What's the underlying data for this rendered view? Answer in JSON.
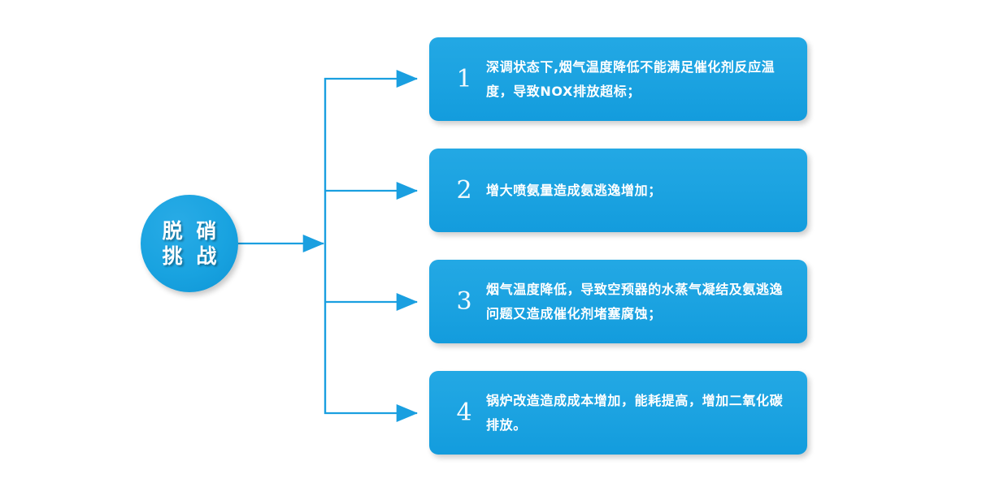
{
  "theme": {
    "background": "#ffffff",
    "accent_blue": "#1CA3E1",
    "accent_blue_dark": "#0E95D6",
    "connector_blue": "#1A9FE0",
    "text_white": "#ffffff"
  },
  "hub": {
    "name": "脱硝挑战",
    "line1": "脱 硝",
    "line2": "挑 战"
  },
  "items": [
    {
      "number": "1",
      "text": "深调状态下,烟气温度降低不能满足催化剂反应温度，导致NOX排放超标；"
    },
    {
      "number": "2",
      "text": "增大喷氨量造成氨逃逸增加；"
    },
    {
      "number": "3",
      "text": "烟气温度降低，导致空预器的水蒸气凝结及氨逃逸问题又造成催化剂堵塞腐蚀；"
    },
    {
      "number": "4",
      "text": "锅炉改造造成成本增加，能耗提高，增加二氧化碳排放。"
    }
  ]
}
